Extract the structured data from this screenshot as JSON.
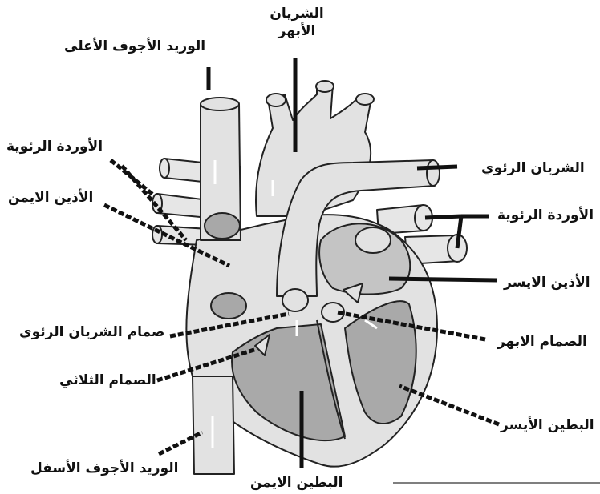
{
  "labels": {
    "aorta_line1": "الشريان",
    "aorta_line2": "الأبهر",
    "superior_vena_cava": "الوريد الأجوف الأعلى",
    "pulmonary_veins_left": "الأوردة الرئوية",
    "right_atrium": "الأذين الايمن",
    "pulmonary_artery": "الشريان الرئوي",
    "pulmonary_veins_right": "الأوردة الرئوية",
    "left_atrium": "الأذين الايسر",
    "aortic_valve": "الصمام الابهر",
    "pulmonary_valve": "صمام الشريان الرئوي",
    "tricuspid_valve": "الصمام الثلاثي",
    "left_ventricle": "البطين الأيسر",
    "inferior_vena_cava": "الوريد الأجوف الأسفل",
    "right_ventricle": "البطين الايمن"
  },
  "colors": {
    "light_fill": "#e2e2e2",
    "mid_fill": "#bdbdbd",
    "dark_fill": "#9e9e9e",
    "outline": "#111111"
  }
}
